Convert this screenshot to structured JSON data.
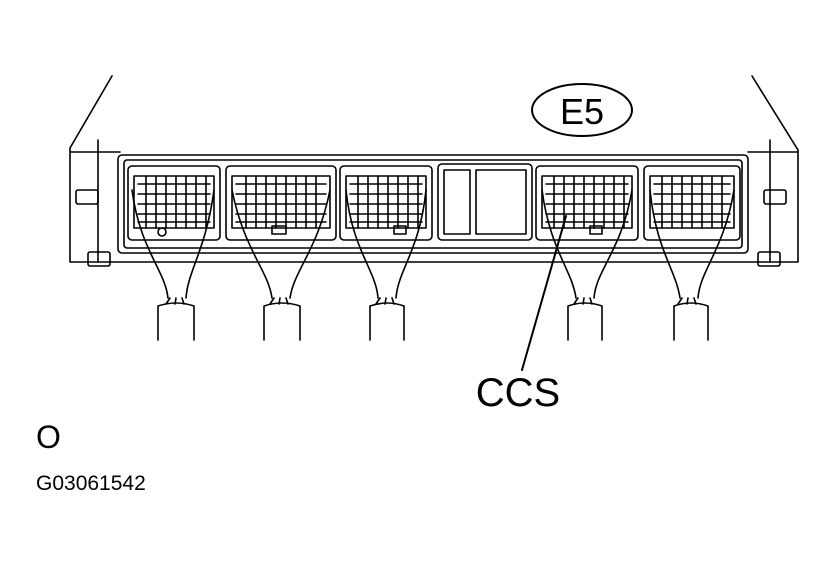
{
  "connector_label": "E5",
  "pointer_label": "CCS",
  "view_marker": "O",
  "figure_id": "G03061542"
}
